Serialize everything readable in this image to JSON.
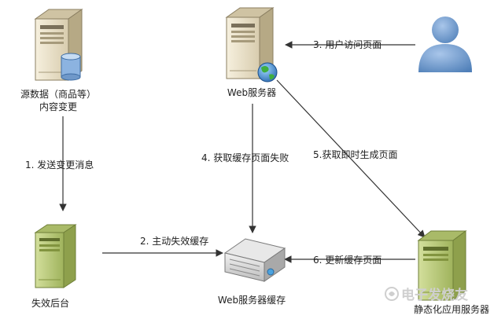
{
  "nodes": {
    "source": {
      "label_line1": "源数据（商品等）",
      "label_line2": "内容变更"
    },
    "web_server": {
      "label": "Web服务器"
    },
    "user": {
      "label": ""
    },
    "backend": {
      "label": "失效后台"
    },
    "cache": {
      "label": "Web服务器缓存"
    },
    "static_server": {
      "label": "静态化应用服务器"
    }
  },
  "edges": {
    "e1": {
      "label": "1. 发送变更消息"
    },
    "e2": {
      "label": "2. 主动失效缓存"
    },
    "e3": {
      "label": "3. 用户访问页面"
    },
    "e4": {
      "label": "4. 获取缓存页面失败"
    },
    "e5": {
      "label": "5.获取即时生成页面"
    },
    "e6": {
      "label": "6. 更新缓存页面"
    }
  },
  "watermark": "电子发烧友",
  "colors": {
    "server_beige": "#e9e0c8",
    "server_green": "#b9c97a",
    "user_blue": "#6d9bd1",
    "database_blue": "#8cb3e0",
    "arrow": "#333333"
  }
}
